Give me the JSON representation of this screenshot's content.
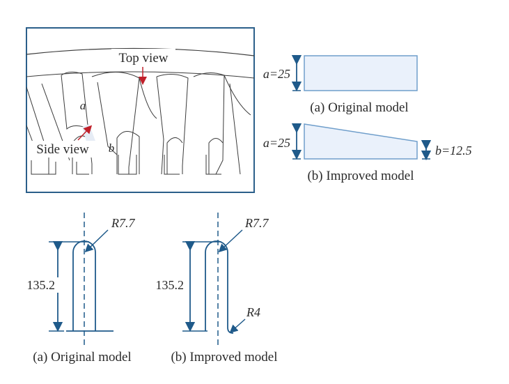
{
  "colors": {
    "frame": "#2b5f8a",
    "dimension": "#1f5a8a",
    "shape_fill": "#eaf1fb",
    "shape_stroke": "#6f9ecb",
    "arrow": "#c0202a",
    "ink": "#2a2a2a"
  },
  "render_view": {
    "top_view_label": "Top view",
    "side_view_label": "Side view",
    "edge_a_label": "a",
    "edge_b_label": "b"
  },
  "original_section": {
    "height_label": "a=25",
    "caption": "(a) Original model"
  },
  "improved_section": {
    "height_label": "a=25",
    "end_label": "b=12.5",
    "caption": "(b) Improved model"
  },
  "original_slot": {
    "radius_label": "R7.7",
    "length_label": "135.2",
    "caption": "(a) Original model"
  },
  "improved_slot": {
    "radius_label": "R7.7",
    "length_label": "135.2",
    "bottom_radius_label": "R4",
    "caption": "(b) Improved model"
  }
}
